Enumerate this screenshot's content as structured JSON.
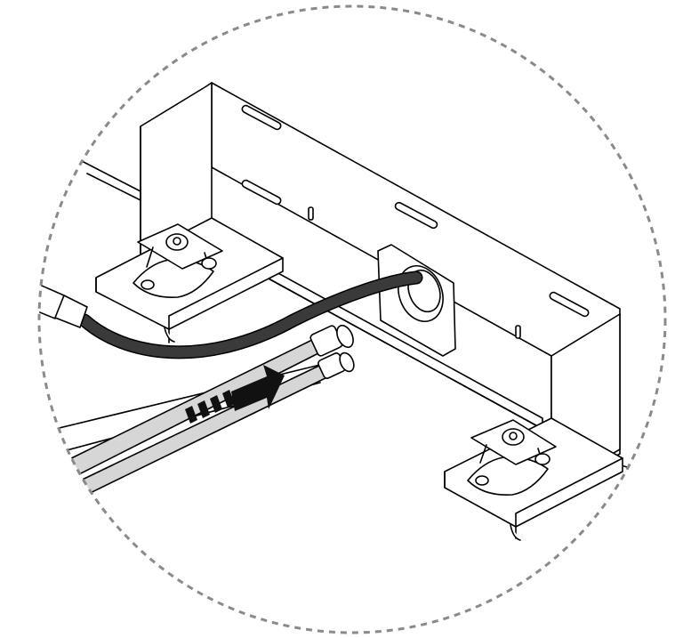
{
  "figure": {
    "kind": "assembly-detail-illustration",
    "colors": {
      "line": "#000000",
      "fill": "#ffffff",
      "circle_dash": "#8a8a8a",
      "cable": "#3a3a3a",
      "hose": "#d6d6d6",
      "arrow": "#111111"
    },
    "parts": {
      "bracket": "mounting-bracket",
      "cable": "sensor-cable-with-connector",
      "hoses": "twin-hose-pair",
      "arrow": "insertion-direction-arrow",
      "mounts": [
        "anti-vibration-mount-left",
        "anti-vibration-mount-right"
      ]
    }
  }
}
